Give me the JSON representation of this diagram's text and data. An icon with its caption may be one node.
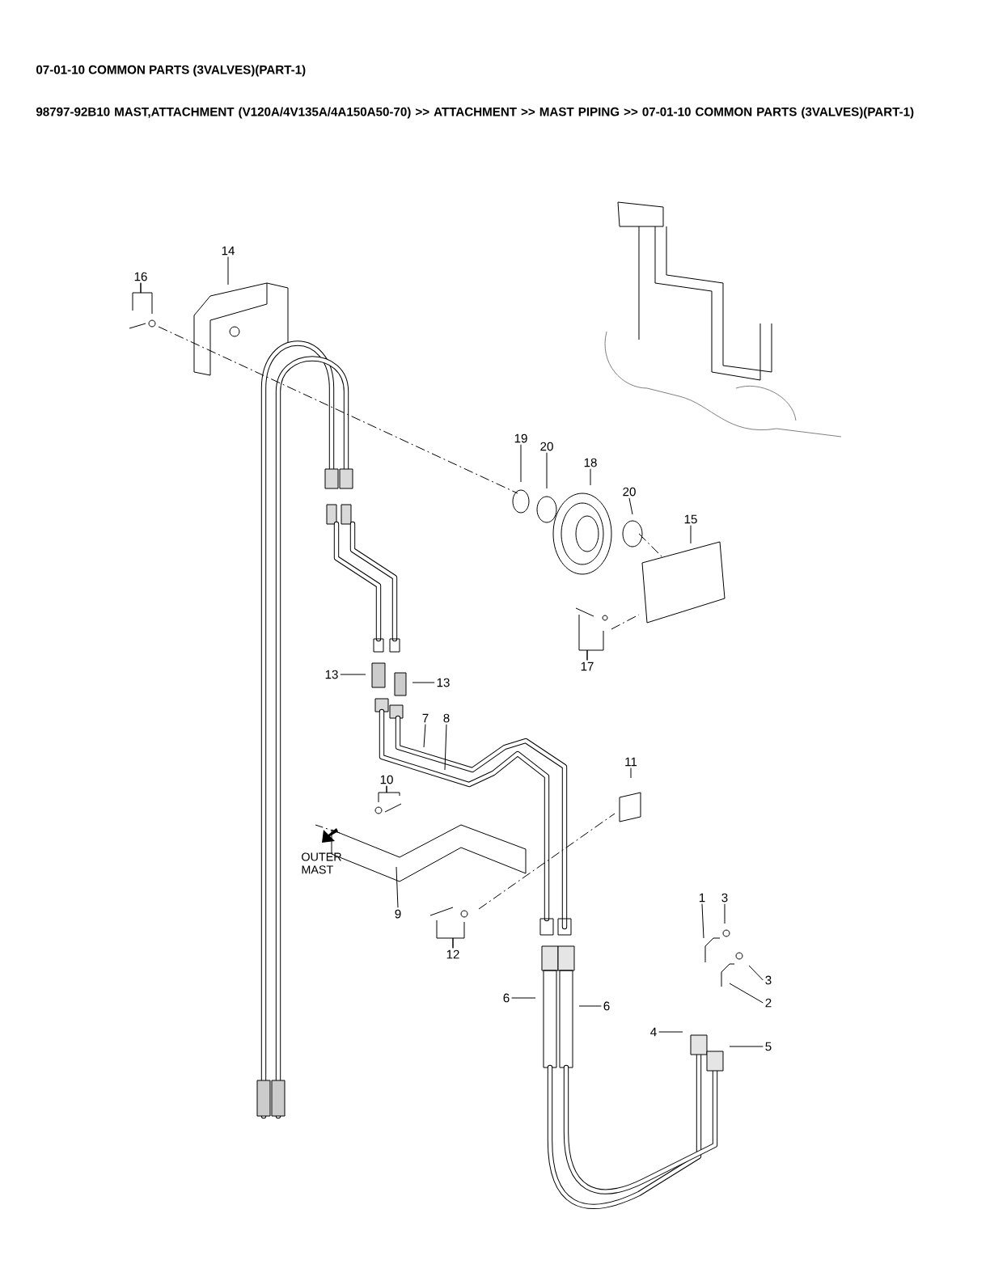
{
  "diagram": {
    "title": "07-01-10 COMMON PARTS (3VALVES)(PART-1)",
    "caption": "98797-92B10 MAST,ATTACHMENT (V120A/4V135A/4A150A50-70) >> ATTACHMENT >> MAST PIPING >> 07-01-10 COMMON PARTS (3VALVES)(PART-1)",
    "nodes": [
      {
        "text": [
          "14"
        ]
      },
      {
        "text": [
          "16"
        ]
      },
      {
        "text": [
          "19"
        ]
      },
      {
        "text": [
          "20"
        ]
      },
      {
        "text": [
          "18"
        ]
      },
      {
        "text": [
          "20"
        ]
      },
      {
        "text": [
          "15"
        ]
      },
      {
        "text": [
          "17"
        ]
      },
      {
        "text": [
          "13"
        ]
      },
      {
        "text": [
          "13"
        ]
      },
      {
        "text": [
          "7"
        ]
      },
      {
        "text": [
          "8"
        ]
      },
      {
        "text": [
          "11"
        ]
      },
      {
        "text": [
          "10"
        ]
      },
      {
        "text": [
          "1"
        ]
      },
      {
        "text": [
          "3"
        ]
      },
      {
        "text": [
          "9"
        ]
      },
      {
        "text": [
          "12"
        ]
      },
      {
        "text": [
          "3"
        ]
      },
      {
        "text": [
          "6"
        ]
      },
      {
        "text": [
          "2"
        ]
      },
      {
        "text": [
          "6"
        ]
      },
      {
        "text": [
          "4"
        ]
      },
      {
        "text": [
          "5"
        ]
      }
    ],
    "edges": [
      {
        "from": 0,
        "to": null,
        "arrow": "none"
      },
      {
        "from": 1,
        "to": null,
        "arrow": "none"
      },
      {
        "from": 1,
        "to": null,
        "arrow": "none"
      },
      {
        "from": 2,
        "to": null,
        "arrow": "none"
      },
      {
        "from": 3,
        "to": null,
        "arrow": "none"
      },
      {
        "from": 4,
        "to": null,
        "arrow": "none"
      },
      {
        "from": 5,
        "to": null,
        "arrow": "none"
      },
      {
        "from": 6,
        "to": null,
        "arrow": "none"
      },
      {
        "from": 7,
        "to": null,
        "arrow": "none"
      },
      {
        "from": 7,
        "to": null,
        "arrow": "none"
      },
      {
        "from": 8,
        "to": null,
        "arrow": "none"
      },
      {
        "from": 9,
        "to": null,
        "arrow": "none"
      },
      {
        "from": 10,
        "to": null,
        "arrow": "none"
      },
      {
        "from": 11,
        "to": null,
        "arrow": "none"
      },
      {
        "from": 12,
        "to": null,
        "arrow": "none"
      },
      {
        "from": 13,
        "to": null,
        "arrow": "none"
      },
      {
        "from": 13,
        "to": null,
        "arrow": "none"
      },
      {
        "from": 14,
        "to": null,
        "arrow": "none"
      },
      {
        "from": 15,
        "to": null,
        "arrow": "none"
      },
      {
        "from": 16,
        "to": null,
        "arrow": "none"
      },
      {
        "from": 17,
        "to": null,
        "arrow": "none"
      },
      {
        "from": 17,
        "to": null,
        "arrow": "none"
      },
      {
        "from": 18,
        "to": null,
        "arrow": "none"
      },
      {
        "from": 19,
        "to": null,
        "arrow": "none"
      },
      {
        "from": 20,
        "to": null,
        "arrow": "none"
      },
      {
        "from": 21,
        "to": null,
        "arrow": "none"
      },
      {
        "from": 22,
        "to": null,
        "arrow": "none"
      },
      {
        "from": 23,
        "to": null,
        "arrow": "none"
      }
    ],
    "labels": [
      "OUTER MAST"
    ]
  }
}
